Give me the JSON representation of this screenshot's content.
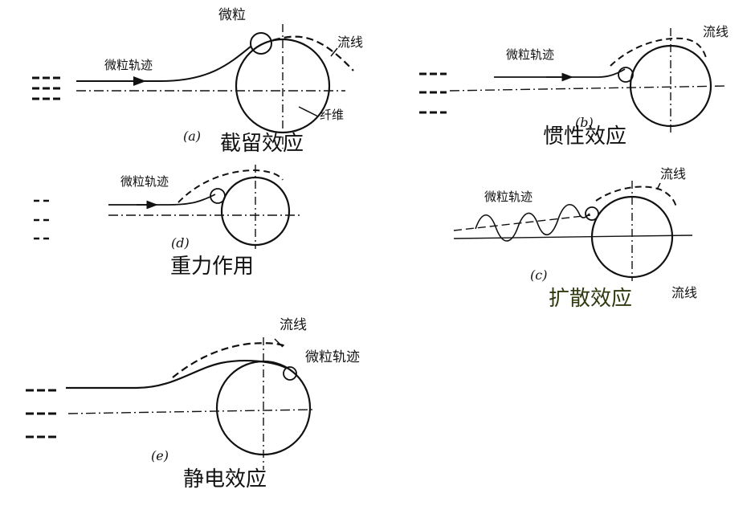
{
  "panels": {
    "a": {
      "letter": "(a)",
      "title": "截留效应",
      "particle_label": "微粒",
      "trajectory_label": "微粒轨迹",
      "streamline_label": "流线",
      "fiber_label": "纤维"
    },
    "b": {
      "letter": "(b)",
      "title": "惯性效应",
      "trajectory_label": "微粒轨迹",
      "streamline_label": "流线"
    },
    "d": {
      "letter": "(d)",
      "title": "重力作用",
      "trajectory_label": "微粒轨迹"
    },
    "c": {
      "letter": "(c)",
      "title": "扩散效应",
      "trajectory_label": "微粒轨迹",
      "streamline_label": "流线",
      "streamline_label_2": "流线"
    },
    "e": {
      "letter": "(e)",
      "title": "静电效应",
      "trajectory_label": "微粒轨迹",
      "streamline_label": "流线"
    }
  },
  "colors": {
    "line": "#111111",
    "title_c": "#2f3a10"
  }
}
